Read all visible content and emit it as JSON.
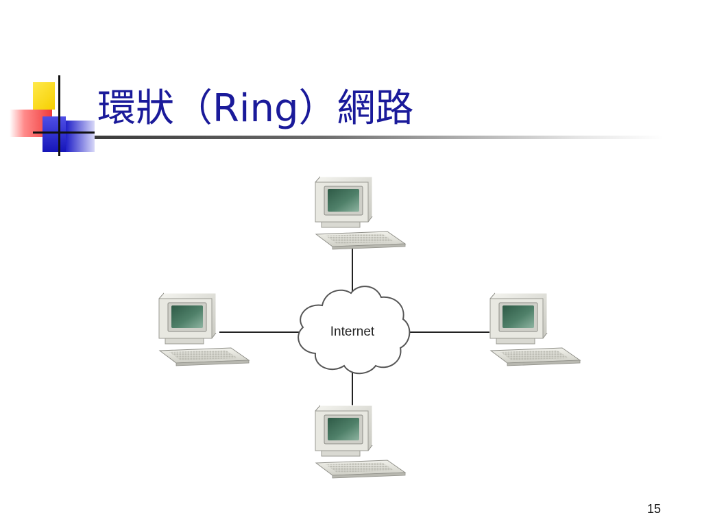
{
  "slide": {
    "title": "環狀（Ring）網路",
    "page_number": "15"
  },
  "diagram": {
    "center_label": "Internet",
    "nodes": [
      {
        "role": "computer",
        "icon": "desktop-computer-icon",
        "position": "top"
      },
      {
        "role": "computer",
        "icon": "desktop-computer-icon",
        "position": "left"
      },
      {
        "role": "computer",
        "icon": "desktop-computer-icon",
        "position": "right"
      },
      {
        "role": "computer",
        "icon": "desktop-computer-icon",
        "position": "bottom"
      }
    ],
    "hub_icon": "cloud-icon"
  },
  "colors": {
    "title": "#1a1a9a",
    "line": "#222222",
    "screen": "#3d6b56",
    "case": "#e6e6e0"
  }
}
